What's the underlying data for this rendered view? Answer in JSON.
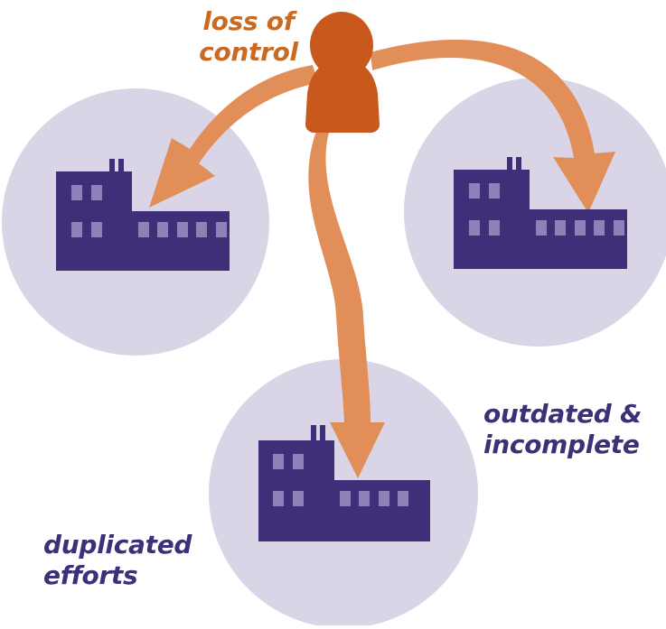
{
  "labels": {
    "loss_of_control": [
      "loss of",
      "control"
    ],
    "outdated_incomplete": [
      "outdated &",
      "incomplete"
    ],
    "duplicated_efforts": [
      "duplicated",
      "efforts"
    ]
  },
  "colors": {
    "circle_fill": "#d9d5e6",
    "building_fill": "#3e2f78",
    "window_fill": "#8d82b8",
    "arrow_fill": "#e28e58",
    "person_fill": "#c8581b",
    "orange_text": "#c96a22",
    "purple_text": "#3e2f78"
  },
  "icons": {
    "person": "person-icon",
    "building": "building-icon",
    "arrow": "curved-arrow"
  }
}
